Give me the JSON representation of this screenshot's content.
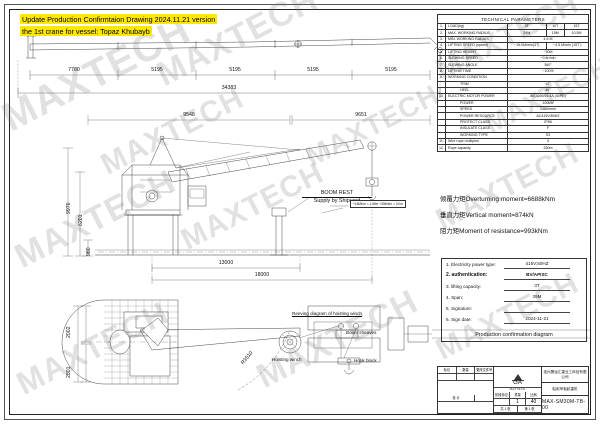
{
  "sheet": {
    "notes": [
      "Update Production Confirmtaion Drawing 2024.11.21 version",
      "the 1st crane  for  vessel: Topaz Khubayb"
    ],
    "watermark": "MAXTECH"
  },
  "elevation": {
    "chain_dims": [
      "7780",
      "5195",
      "5195",
      "5195",
      "5195"
    ],
    "total_dim": "34383"
  },
  "crane_view": {
    "dim_left_top": "9548",
    "dim_right_top": "9651",
    "dim_vertical": [
      "9976",
      "6201",
      "980"
    ],
    "dim_bottom": [
      "13000",
      "18000"
    ],
    "boom_rest_line1": "BOOM REST",
    "boom_rest_line2": "Supply by Shipyard",
    "callout_note": "+15kN/m = 1.5t/m\n+30kN/m = 3 t/m"
  },
  "plan_view": {
    "dim_upper": "2002",
    "dim_lower": "2801",
    "radius_note": "R3510"
  },
  "reeving": {
    "title": "Reeving diagram of hoisting winch",
    "labels": {
      "boom_sheaves": "Boom sheaves",
      "hoisting_winch": "Hoisting winch",
      "hook_block": "Hook block"
    }
  },
  "tech_table": {
    "title": "TECHNICAL PARAMETERS",
    "columns": [
      "3T",
      "10T",
      "15T"
    ],
    "rows": [
      {
        "no": "1.",
        "name": "LOAD(kg)",
        "span": false,
        "values": [
          "3T",
          "10T",
          "15T"
        ]
      },
      {
        "no": "2.",
        "name": "MAX. WORKING RADIUS",
        "span": false,
        "values": [
          "29M",
          "15M",
          "10.5M"
        ]
      },
      {
        "no": "3.",
        "name": "MIN. WORKING RADIUS",
        "span": true,
        "value": "4.5 M"
      },
      {
        "no": "4.",
        "name": "LIFTING SPEED   (speed)",
        "span": false,
        "values": [
          "~15.0M/min(3T)",
          "~4.5 M/min (15T )"
        ]
      },
      {
        "no": "5.",
        "name": "LIFTING HEIGHT",
        "span": true,
        "value": "~30M"
      },
      {
        "no": "6.",
        "name": "SLEWING SPEED",
        "span": true,
        "value": "~0.6r/min"
      },
      {
        "no": "7.",
        "name": "SLEWING ANGLE",
        "span": true,
        "value": "360°"
      },
      {
        "no": "8.",
        "name": "LIFTING TIME",
        "span": true,
        "value": "~100%"
      },
      {
        "no": "9.",
        "name": "WORKING CONDITION",
        "span": true,
        "value": ""
      },
      {
        "no": "",
        "name": "TRIM",
        "sub": true,
        "span": true,
        "value": "±2°"
      },
      {
        "no": "",
        "name": "HEEL",
        "sub": true,
        "span": true,
        "value": "±5°"
      },
      {
        "no": "10.",
        "name": "ELECTRIC MOTOR POWER",
        "span": true,
        "value": "80Q&90/55.4A (40PE)"
      },
      {
        "no": "",
        "name": "POWER",
        "sub": true,
        "span": true,
        "value": "100kW"
      },
      {
        "no": "",
        "name": "SPEED",
        "sub": true,
        "span": true,
        "value": "1480r/min"
      },
      {
        "no": "",
        "name": "POWER RESOURCE",
        "sub": true,
        "span": true,
        "value": "AC415V/50HZ"
      },
      {
        "no": "",
        "name": "PROTECT CLASS",
        "sub": true,
        "span": true,
        "value": "IP56"
      },
      {
        "no": "",
        "name": "INSULATE CLASS",
        "sub": true,
        "span": true,
        "value": "F"
      },
      {
        "no": "",
        "name": "WORKING TYPE",
        "sub": true,
        "span": true,
        "value": "S3"
      },
      {
        "no": "11.",
        "name": "Wire rope multiples",
        "span": true,
        "value": "4"
      },
      {
        "no": "12.",
        "name": "Rope capacity",
        "span": true,
        "value": "250m"
      }
    ]
  },
  "moments": [
    "倾覆力矩Overturning moment=6688kNm",
    "垂直力矩Vertical moment=874kN",
    "阻力矩Moment of resistance=993kNm"
  ],
  "authentication": {
    "rows": [
      {
        "no": "1.",
        "label": "Electricity power type:",
        "value": "415V;50HZ",
        "bold": false
      },
      {
        "no": "2.",
        "label": "authentication:",
        "value": "BV/APISC",
        "bold": true
      },
      {
        "no": "3.",
        "label": "lifting capacity:",
        "value": "3T",
        "bold": false
      },
      {
        "no": "4.",
        "label": "Span:",
        "value": "39M",
        "bold": false
      },
      {
        "no": "5.",
        "label": "Signature:",
        "value": "",
        "bold": false
      },
      {
        "no": "6.",
        "label": "Sign date:",
        "value": "2024-11-21",
        "bold": false
      }
    ],
    "title": "Production confirmation diagram"
  },
  "title_block": {
    "logo_text": "MAXTECH",
    "ga": "GA",
    "company": "连州晟运汇重业工科技有限公司",
    "subject": "船用甲板起重机",
    "drawing_no": "MAX-SM30M-TB-00",
    "left_headers": [
      "标记",
      "数量",
      "更改文件号"
    ],
    "mid_headers": [
      "阶段标记",
      "重量",
      "比例"
    ],
    "qty_row": [
      "1",
      "40"
    ],
    "foot_left": [
      "设 计",
      ""
    ],
    "foot_mid": [
      "共 1 张",
      "第 1 张"
    ]
  }
}
